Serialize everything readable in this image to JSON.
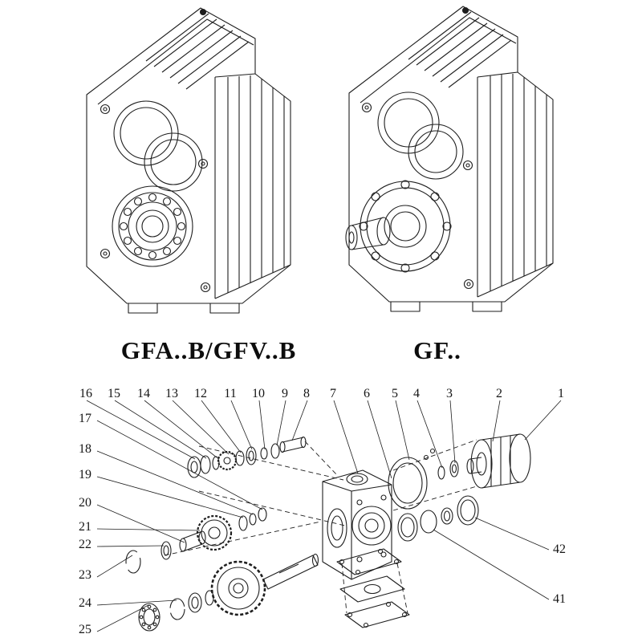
{
  "page": {
    "background": "#ffffff",
    "line_color": "#1e1e1e"
  },
  "models": [
    {
      "label": "GFA..B/GFV..B"
    },
    {
      "label": "GF.."
    }
  ],
  "exploded_view": {
    "callouts_top": [
      "16",
      "15",
      "14",
      "13",
      "12",
      "11",
      "10",
      "9",
      "8",
      "7",
      "6",
      "5",
      "4",
      "3",
      "2",
      "1"
    ],
    "callouts_left": [
      "17",
      "18",
      "19",
      "20",
      "21",
      "22",
      "23",
      "24",
      "25"
    ],
    "callouts_right": [
      "42",
      "41"
    ]
  }
}
